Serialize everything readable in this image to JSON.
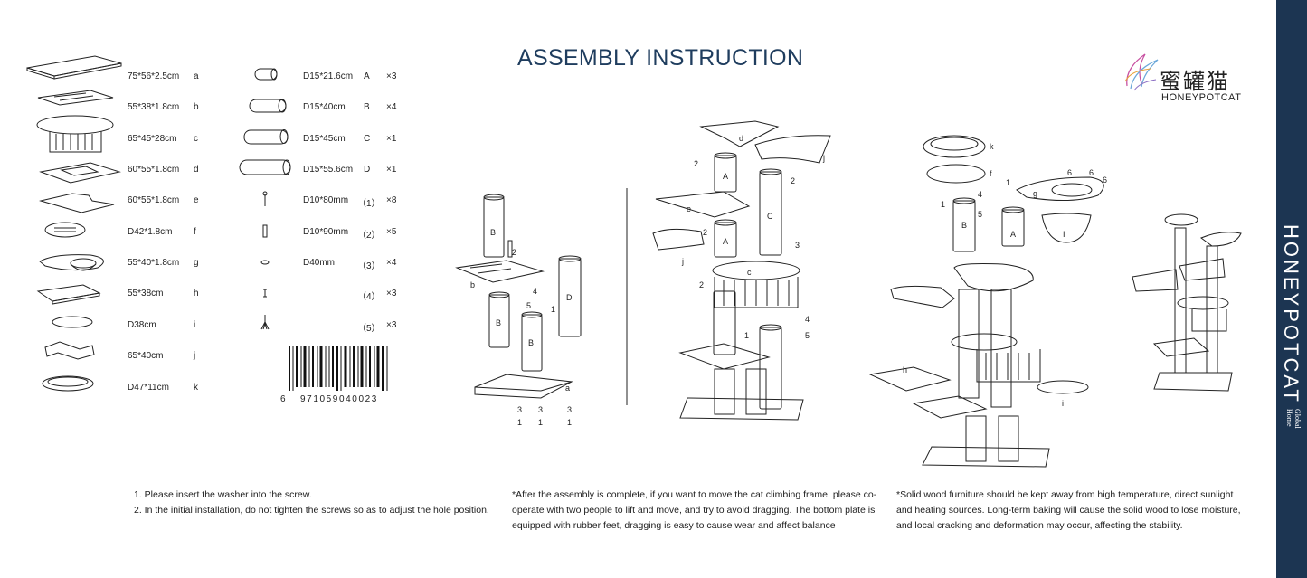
{
  "title": "ASSEMBLY INSTRUCTION",
  "logo": {
    "chinese": "蜜罐猫",
    "english": "HONEYPOTCAT"
  },
  "sidebar": {
    "brand": "HONEYPOTCAT",
    "subtitle_line1": "Global",
    "subtitle_line2": "Home"
  },
  "parts_left": [
    {
      "size": "75*56*2.5cm",
      "code": "a"
    },
    {
      "size": "55*38*1.8cm",
      "code": "b"
    },
    {
      "size": "65*45*28cm",
      "code": "c"
    },
    {
      "size": "60*55*1.8cm",
      "code": "d"
    },
    {
      "size": "60*55*1.8cm",
      "code": "e"
    },
    {
      "size": "D42*1.8cm",
      "code": "f"
    },
    {
      "size": "55*40*1.8cm",
      "code": "g"
    },
    {
      "size": "55*38cm",
      "code": "h"
    },
    {
      "size": "D38cm",
      "code": "i"
    },
    {
      "size": "65*40cm",
      "code": "j"
    },
    {
      "size": "D47*11cm",
      "code": "k"
    }
  ],
  "parts_right": [
    {
      "size": "D15*21.6cm",
      "code": "A",
      "qty": "×3"
    },
    {
      "size": "D15*40cm",
      "code": "B",
      "qty": "×4"
    },
    {
      "size": "D15*45cm",
      "code": "C",
      "qty": "×1"
    },
    {
      "size": "D15*55.6cm",
      "code": "D",
      "qty": "×1"
    },
    {
      "size": "D10*80mm",
      "code": "（1）",
      "qty": "×8"
    },
    {
      "size": "D10*90mm",
      "code": "（2）",
      "qty": "×5"
    },
    {
      "size": "D40mm",
      "code": "（3）",
      "qty": "×4"
    },
    {
      "size": "",
      "code": "（4）",
      "qty": "×3"
    },
    {
      "size": "",
      "code": "（5）",
      "qty": "×3"
    }
  ],
  "barcode": {
    "lead": "6",
    "digits": "971059040023"
  },
  "notes": {
    "col1": [
      "1. Please insert the washer into the screw.",
      "2. In the initial installation, do not tighten the screws so as to adjust the hole position."
    ],
    "col2": [
      "*After the assembly is complete, if you want to move the cat climbing frame, please co-",
      "operate with two people to lift and move, and try to avoid dragging. The bottom plate is",
      "equipped with rubber feet, dragging is easy to cause wear and affect balance"
    ],
    "col3": [
      "*Solid wood furniture should be kept away from high temperature, direct sunlight",
      "and heating sources. Long-term baking will cause the solid wood to lose moisture,",
      "and local cracking and deformation may occur, affecting the stability."
    ]
  },
  "diagram_labels": {
    "step1": [
      "B",
      "2",
      "b",
      "4",
      "5",
      "1",
      "D",
      "B",
      "B",
      "a",
      "3",
      "3",
      "3",
      "1",
      "1",
      "1"
    ],
    "step2": [
      "d",
      "j",
      "2",
      "A",
      "2",
      "C",
      "e",
      "2",
      "A",
      "3",
      "j",
      "c",
      "2",
      "4",
      "1",
      "5"
    ],
    "step3": [
      "k",
      "f",
      "6",
      "6",
      "6",
      "1",
      "g",
      "4",
      "1",
      "B",
      "5",
      "A",
      "I",
      "h",
      "i"
    ]
  }
}
